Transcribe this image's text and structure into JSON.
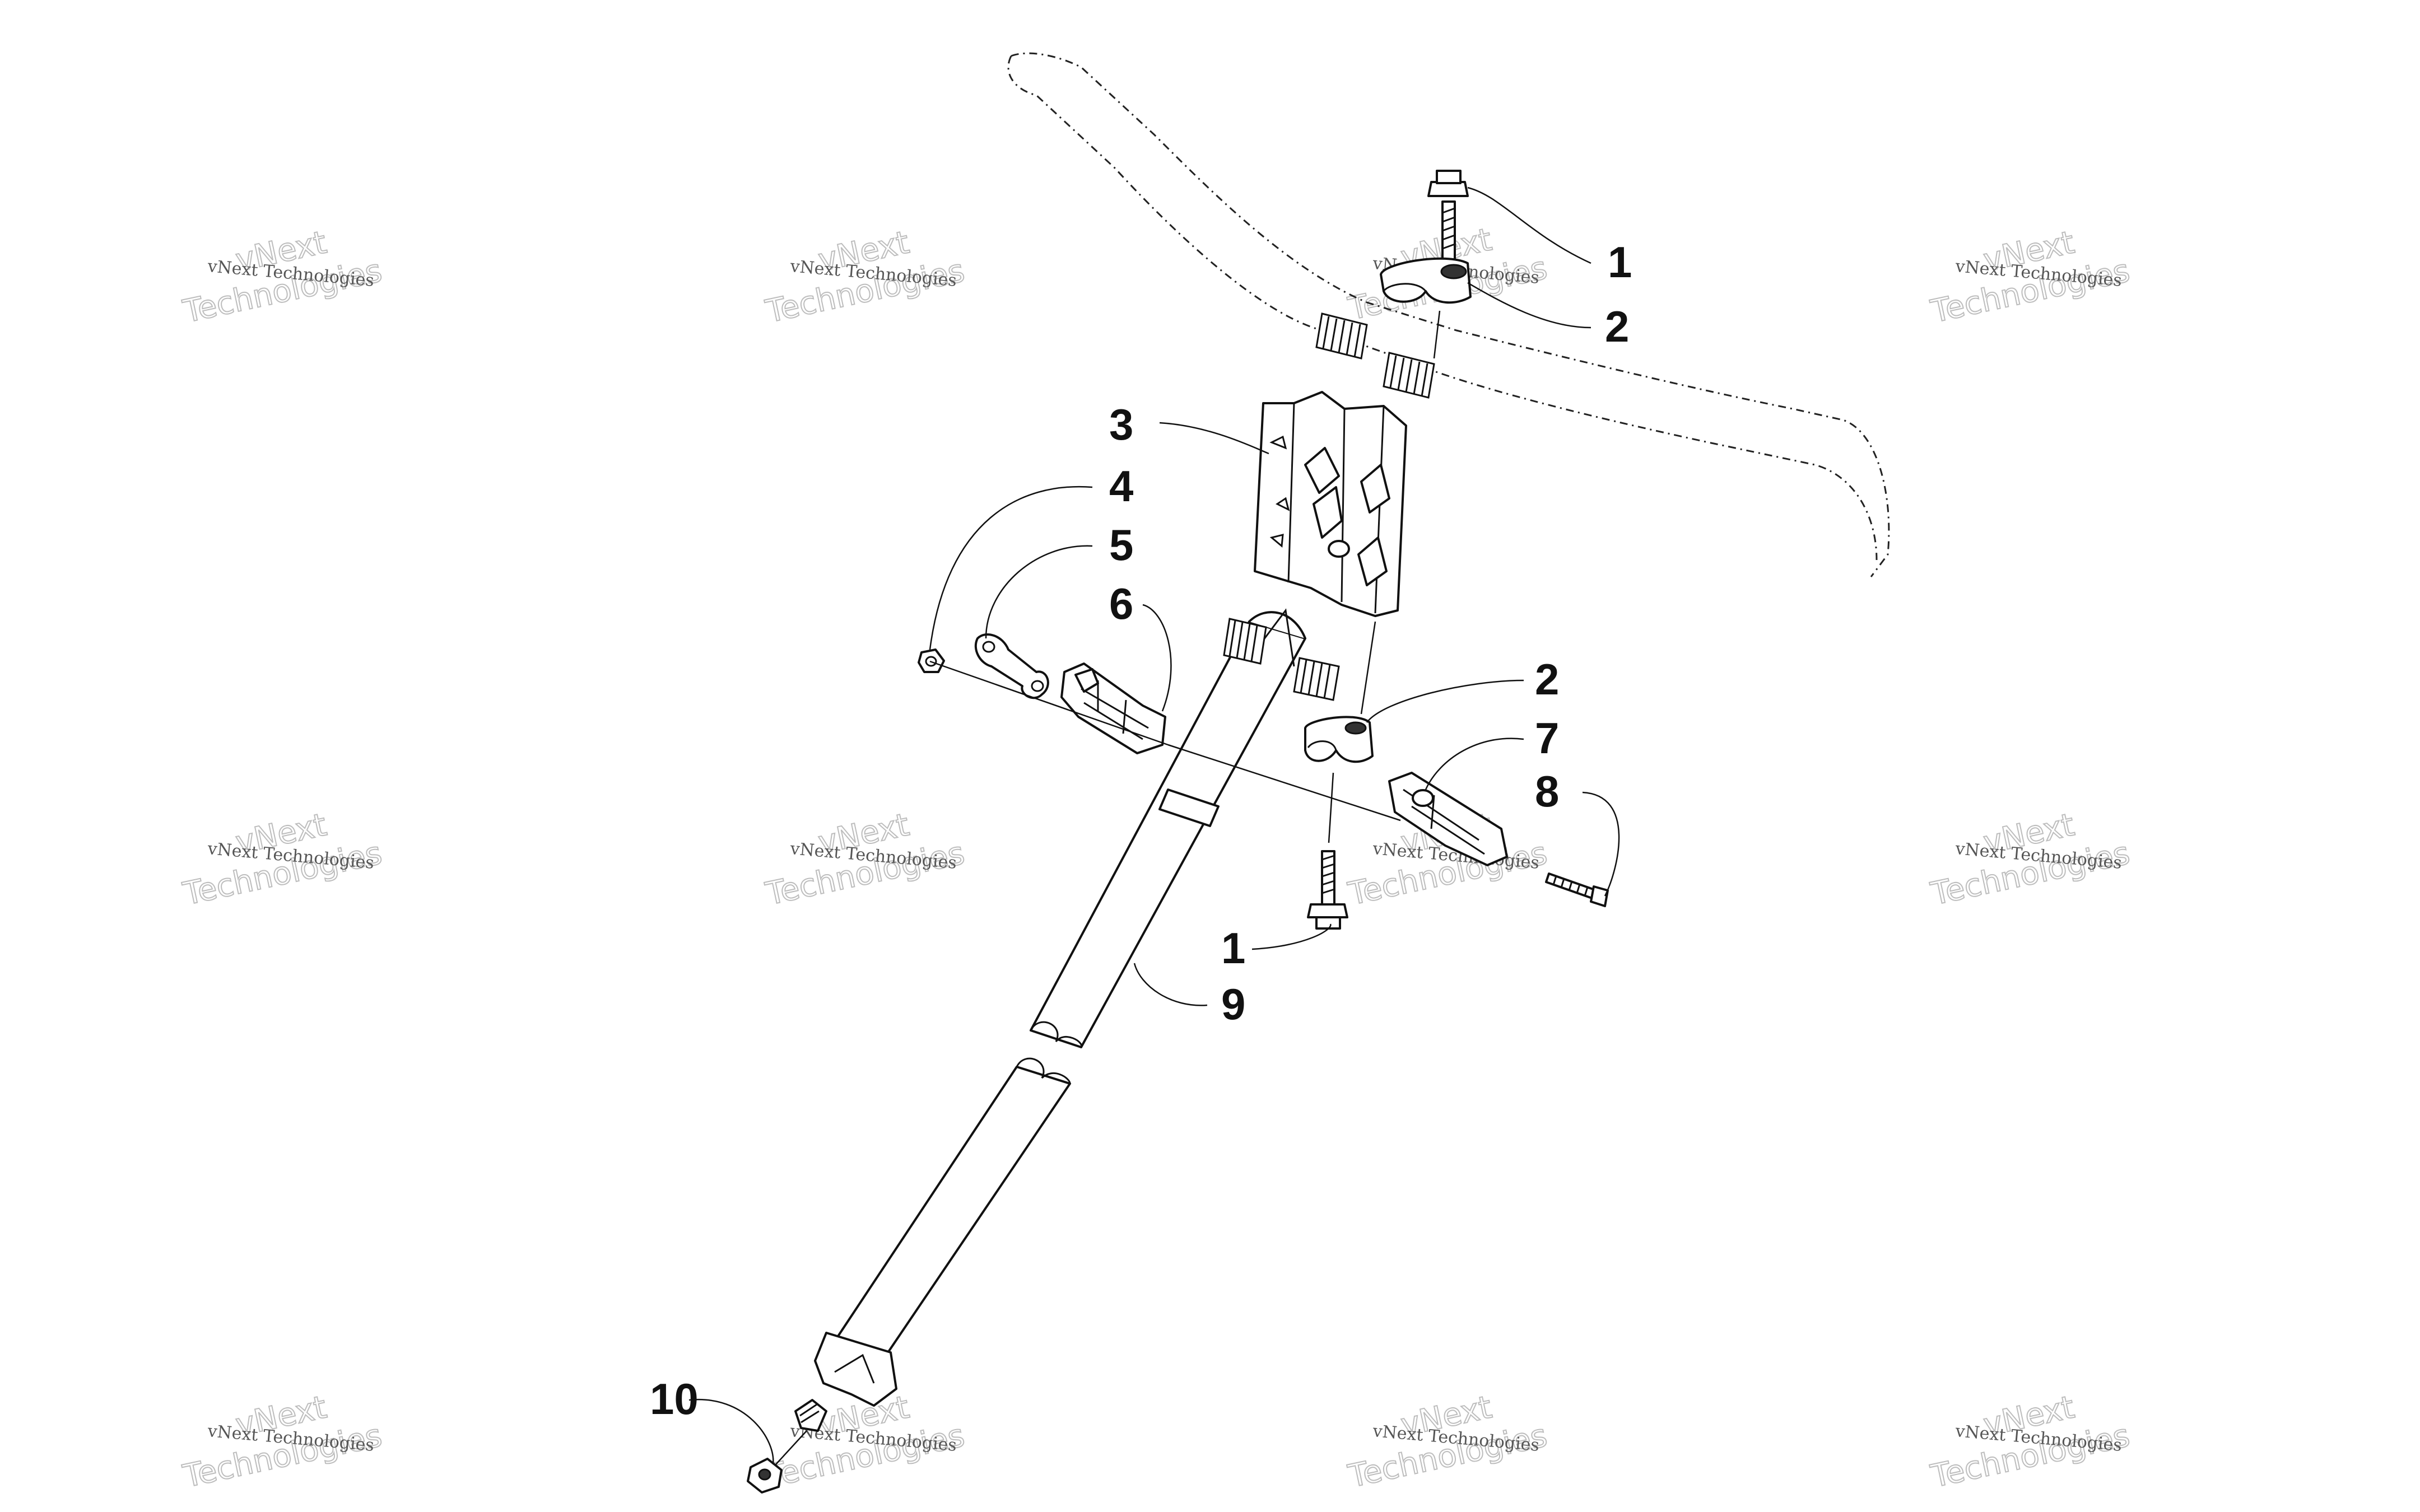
{
  "watermark": {
    "line1": "vNext Technologies",
    "line2": "vNext",
    "line3": "Technologies"
  },
  "callouts": [
    {
      "id": "c1a",
      "label": "1"
    },
    {
      "id": "c2a",
      "label": "2"
    },
    {
      "id": "c3",
      "label": "3"
    },
    {
      "id": "c4",
      "label": "4"
    },
    {
      "id": "c5",
      "label": "5"
    },
    {
      "id": "c6",
      "label": "6"
    },
    {
      "id": "c2b",
      "label": "2"
    },
    {
      "id": "c7",
      "label": "7"
    },
    {
      "id": "c8",
      "label": "8"
    },
    {
      "id": "c1b",
      "label": "1"
    },
    {
      "id": "c9",
      "label": "9"
    },
    {
      "id": "c10",
      "label": "10"
    }
  ]
}
